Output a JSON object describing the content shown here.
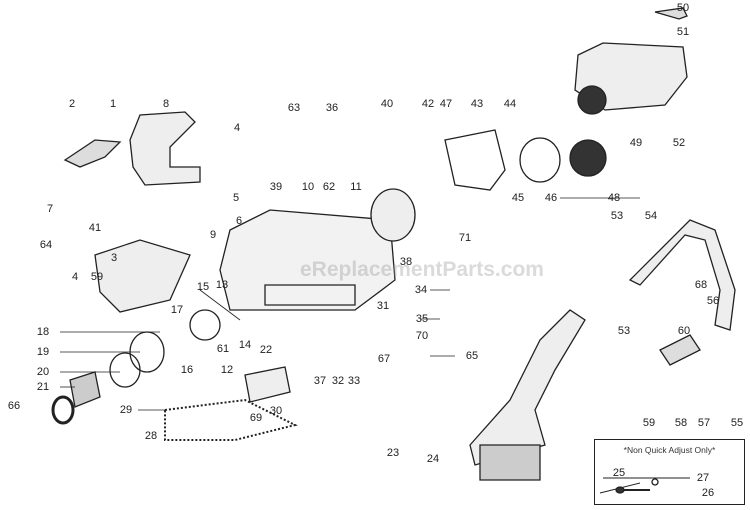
{
  "watermark": "eReplacementParts.com",
  "inset": {
    "title": "*Non Quick Adjust Only*"
  },
  "labels": [
    "50",
    "51",
    "2",
    "1",
    "8",
    "4",
    "63",
    "36",
    "40",
    "42",
    "47",
    "43",
    "44",
    "49",
    "52",
    "5",
    "6",
    "39",
    "10",
    "62",
    "11",
    "45",
    "46",
    "48",
    "7",
    "41",
    "9",
    "71",
    "53",
    "54",
    "64",
    "3",
    "38",
    "4",
    "59",
    "34",
    "68",
    "56",
    "15",
    "13",
    "31",
    "17",
    "18",
    "35",
    "70",
    "53",
    "60",
    "19",
    "16",
    "61",
    "14",
    "22",
    "20",
    "12",
    "67",
    "65",
    "21",
    "66",
    "37",
    "32",
    "33",
    "59",
    "58",
    "57",
    "55",
    "29",
    "69",
    "30",
    "28",
    "23",
    "24",
    "25",
    "27",
    "26"
  ],
  "colors": {
    "ink": "#222222",
    "background": "#ffffff"
  }
}
